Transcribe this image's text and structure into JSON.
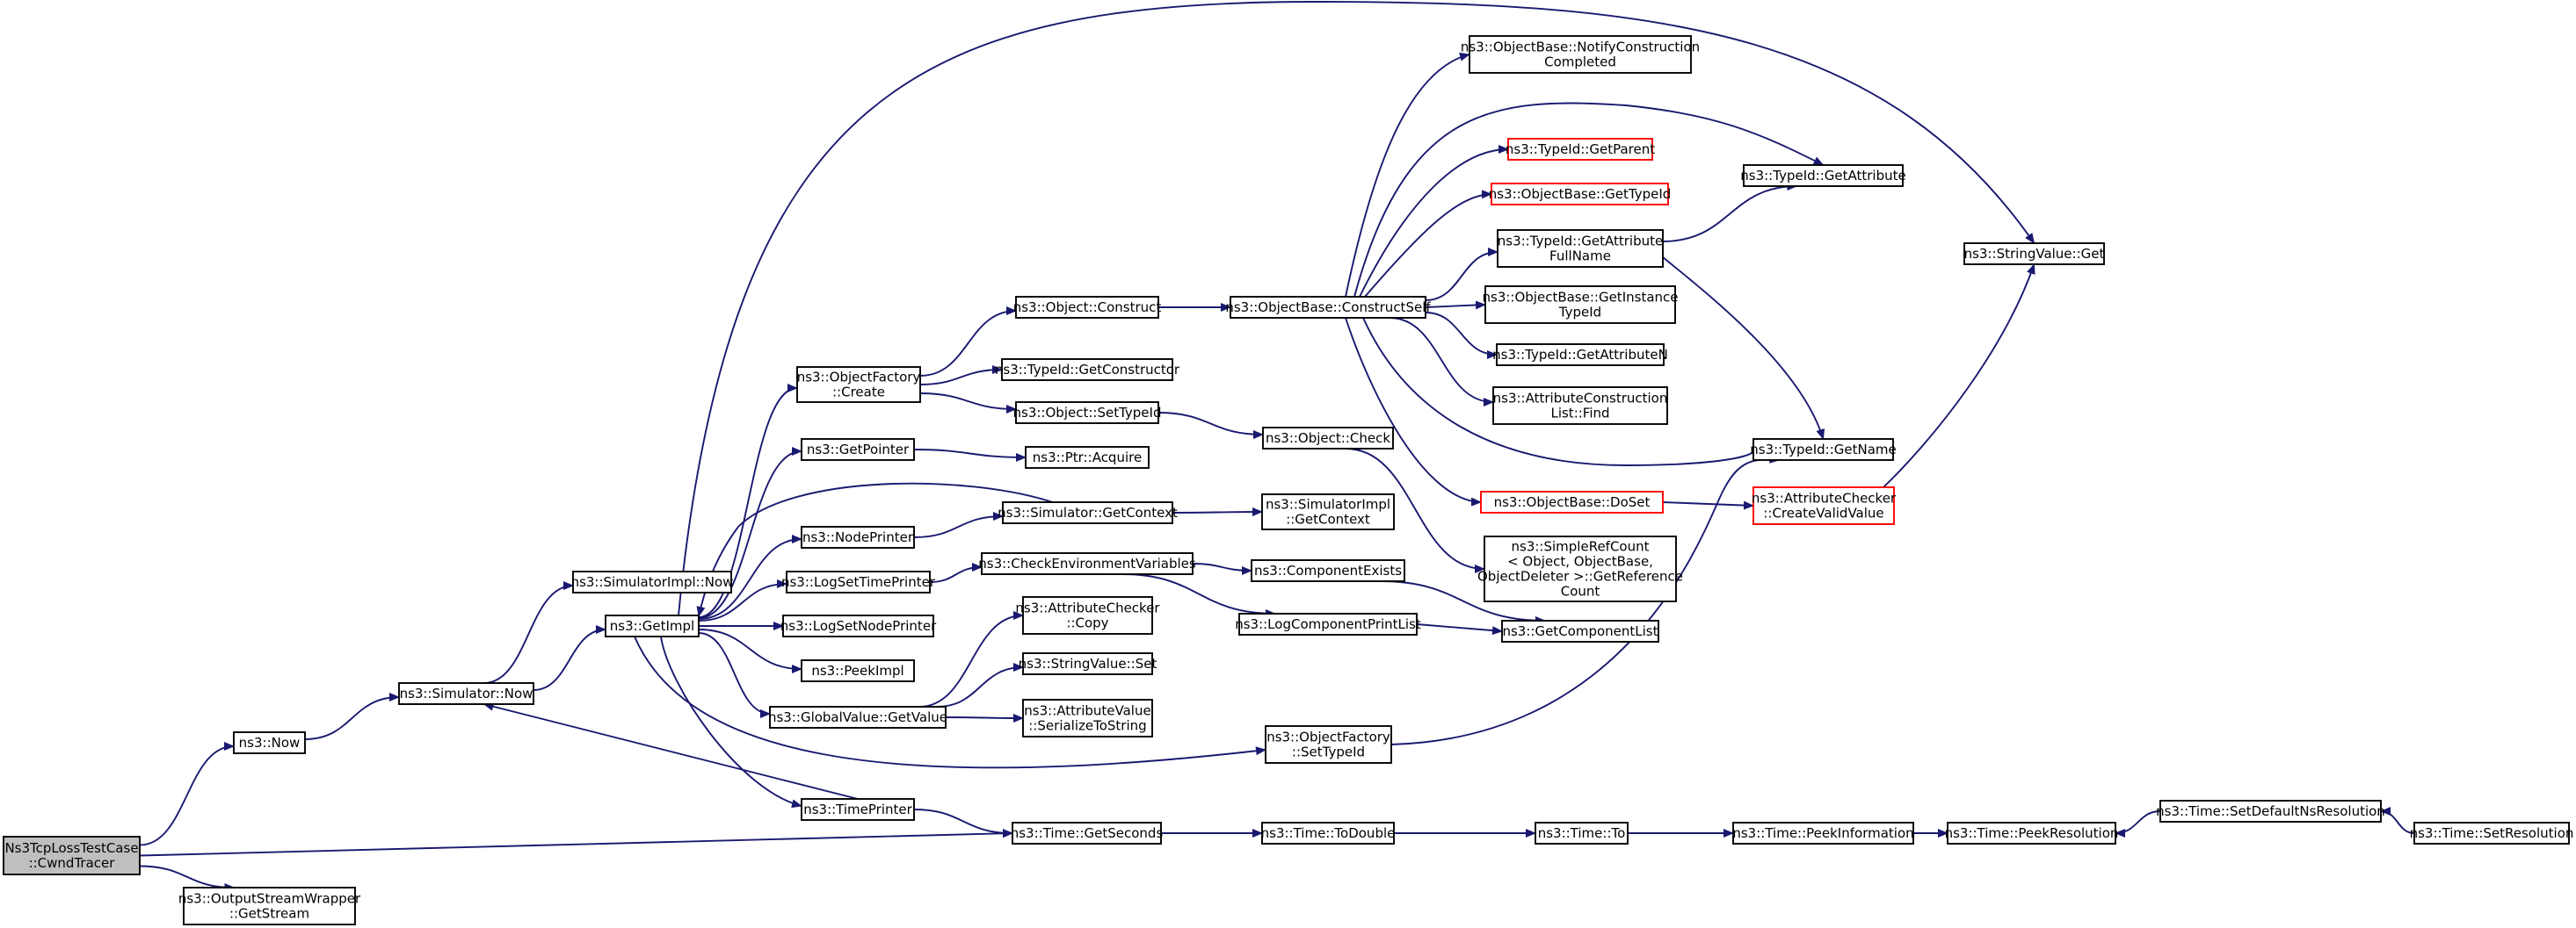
{
  "diagram": {
    "title": "",
    "colors": {
      "edge": "#191970",
      "node_border": "#000000",
      "node_border_incomplete": "#ff0000",
      "root_fill": "#bfbfbf",
      "node_fill": "#ffffff",
      "text": "#000000"
    },
    "nodes": [
      {
        "id": "root",
        "lines": [
          "Ns3TcpLossTestCase",
          "::CwndTracer"
        ],
        "root": true
      },
      {
        "id": "now",
        "lines": [
          "ns3::Now"
        ]
      },
      {
        "id": "osw_getstream",
        "lines": [
          "ns3::OutputStreamWrapper",
          "::GetStream"
        ]
      },
      {
        "id": "sim_now",
        "lines": [
          "ns3::Simulator::Now"
        ]
      },
      {
        "id": "getimpl",
        "lines": [
          "ns3::GetImpl"
        ]
      },
      {
        "id": "simimpl_now",
        "lines": [
          "ns3::SimulatorImpl::Now"
        ]
      },
      {
        "id": "objfactory_create",
        "lines": [
          "ns3::ObjectFactory",
          "::Create"
        ]
      },
      {
        "id": "getpointer",
        "lines": [
          "ns3::GetPointer"
        ]
      },
      {
        "id": "nodeprinter",
        "lines": [
          "ns3::NodePrinter"
        ]
      },
      {
        "id": "logsettimeprinter",
        "lines": [
          "ns3::LogSetTimePrinter"
        ]
      },
      {
        "id": "logsetnodeprinter",
        "lines": [
          "ns3::LogSetNodePrinter"
        ]
      },
      {
        "id": "peekimpl",
        "lines": [
          "ns3::PeekImpl"
        ]
      },
      {
        "id": "globalvalue_getvalue",
        "lines": [
          "ns3::GlobalValue::GetValue"
        ]
      },
      {
        "id": "timeprinter",
        "lines": [
          "ns3::TimePrinter"
        ]
      },
      {
        "id": "object_construct",
        "lines": [
          "ns3::Object::Construct"
        ]
      },
      {
        "id": "typeid_getconstructor",
        "lines": [
          "ns3::TypeId::GetConstructor"
        ]
      },
      {
        "id": "object_settypeid",
        "lines": [
          "ns3::Object::SetTypeId"
        ]
      },
      {
        "id": "ptr_acquire",
        "lines": [
          "ns3::Ptr::Acquire"
        ]
      },
      {
        "id": "sim_getcontext",
        "lines": [
          "ns3::Simulator::GetContext"
        ]
      },
      {
        "id": "checkenv",
        "lines": [
          "ns3::CheckEnvironmentVariables"
        ]
      },
      {
        "id": "attrchecker_copy",
        "lines": [
          "ns3::AttributeChecker",
          "::Copy"
        ]
      },
      {
        "id": "stringvalue_set",
        "lines": [
          "ns3::StringValue::Set"
        ]
      },
      {
        "id": "attrvalue_serialize",
        "lines": [
          "ns3::AttributeValue",
          "::SerializeToString"
        ]
      },
      {
        "id": "time_getseconds",
        "lines": [
          "ns3::Time::GetSeconds"
        ]
      },
      {
        "id": "objbase_constructself",
        "lines": [
          "ns3::ObjectBase::ConstructSelf"
        ]
      },
      {
        "id": "object_check",
        "lines": [
          "ns3::Object::Check"
        ]
      },
      {
        "id": "simimpl_getcontext",
        "lines": [
          "ns3::SimulatorImpl",
          "::GetContext"
        ]
      },
      {
        "id": "componentexists",
        "lines": [
          "ns3::ComponentExists"
        ]
      },
      {
        "id": "logcomponentprintlist",
        "lines": [
          "ns3::LogComponentPrintList"
        ]
      },
      {
        "id": "objfactory_settypeid",
        "lines": [
          "ns3::ObjectFactory",
          "::SetTypeId"
        ]
      },
      {
        "id": "time_todouble",
        "lines": [
          "ns3::Time::ToDouble"
        ]
      },
      {
        "id": "objbase_notify",
        "lines": [
          "ns3::ObjectBase::NotifyConstruction",
          "Completed"
        ]
      },
      {
        "id": "typeid_getparent",
        "lines": [
          "ns3::TypeId::GetParent"
        ],
        "incomplete": true
      },
      {
        "id": "objbase_gettypeid",
        "lines": [
          "ns3::ObjectBase::GetTypeId"
        ],
        "incomplete": true
      },
      {
        "id": "typeid_getattrfullname",
        "lines": [
          "ns3::TypeId::GetAttribute",
          "FullName"
        ]
      },
      {
        "id": "objbase_getinstancetypeid",
        "lines": [
          "ns3::ObjectBase::GetInstance",
          "TypeId"
        ]
      },
      {
        "id": "typeid_getattributen",
        "lines": [
          "ns3::TypeId::GetAttributeN"
        ]
      },
      {
        "id": "attrconstructionlist_find",
        "lines": [
          "ns3::AttributeConstruction",
          "List::Find"
        ]
      },
      {
        "id": "objbase_doset",
        "lines": [
          "ns3::ObjectBase::DoSet"
        ],
        "incomplete": true
      },
      {
        "id": "simplerefcount",
        "lines": [
          "ns3::SimpleRefCount",
          "< Object, ObjectBase,",
          "ObjectDeleter >::GetReference",
          "Count"
        ]
      },
      {
        "id": "getcomponentlist",
        "lines": [
          "ns3::GetComponentList"
        ]
      },
      {
        "id": "time_to",
        "lines": [
          "ns3::Time::To"
        ]
      },
      {
        "id": "typeid_getattribute",
        "lines": [
          "ns3::TypeId::GetAttribute"
        ]
      },
      {
        "id": "typeid_getname",
        "lines": [
          "ns3::TypeId::GetName"
        ]
      },
      {
        "id": "attrchecker_createvalid",
        "lines": [
          "ns3::AttributeChecker",
          "::CreateValidValue"
        ],
        "incomplete": true
      },
      {
        "id": "time_peekinformation",
        "lines": [
          "ns3::Time::PeekInformation"
        ]
      },
      {
        "id": "stringvalue_get",
        "lines": [
          "ns3::StringValue::Get"
        ]
      },
      {
        "id": "time_peekresolution",
        "lines": [
          "ns3::Time::PeekResolution"
        ]
      },
      {
        "id": "time_setdefaultnsres",
        "lines": [
          "ns3::Time::SetDefaultNsResolution"
        ]
      },
      {
        "id": "time_setresolution",
        "lines": [
          "ns3::Time::SetResolution"
        ]
      }
    ],
    "edges": [
      [
        "root",
        "now"
      ],
      [
        "root",
        "osw_getstream"
      ],
      [
        "root",
        "time_getseconds"
      ],
      [
        "now",
        "sim_now"
      ],
      [
        "sim_now",
        "simimpl_now"
      ],
      [
        "sim_now",
        "getimpl"
      ],
      [
        "getimpl",
        "objfactory_create"
      ],
      [
        "getimpl",
        "getpointer"
      ],
      [
        "getimpl",
        "nodeprinter"
      ],
      [
        "getimpl",
        "logsettimeprinter"
      ],
      [
        "getimpl",
        "logsetnodeprinter"
      ],
      [
        "getimpl",
        "peekimpl"
      ],
      [
        "getimpl",
        "globalvalue_getvalue"
      ],
      [
        "getimpl",
        "timeprinter"
      ],
      [
        "getimpl",
        "objfactory_settypeid"
      ],
      [
        "getimpl",
        "stringvalue_get"
      ],
      [
        "objfactory_create",
        "object_construct"
      ],
      [
        "objfactory_create",
        "typeid_getconstructor"
      ],
      [
        "objfactory_create",
        "object_settypeid"
      ],
      [
        "getpointer",
        "ptr_acquire"
      ],
      [
        "nodeprinter",
        "sim_getcontext"
      ],
      [
        "sim_getcontext",
        "getimpl"
      ],
      [
        "sim_getcontext",
        "simimpl_getcontext"
      ],
      [
        "logsettimeprinter",
        "checkenv"
      ],
      [
        "checkenv",
        "componentexists"
      ],
      [
        "checkenv",
        "logcomponentprintlist"
      ],
      [
        "componentexists",
        "getcomponentlist"
      ],
      [
        "logcomponentprintlist",
        "getcomponentlist"
      ],
      [
        "globalvalue_getvalue",
        "attrchecker_copy"
      ],
      [
        "globalvalue_getvalue",
        "stringvalue_set"
      ],
      [
        "globalvalue_getvalue",
        "attrvalue_serialize"
      ],
      [
        "timeprinter",
        "sim_now"
      ],
      [
        "timeprinter",
        "time_getseconds"
      ],
      [
        "object_construct",
        "objbase_constructself"
      ],
      [
        "object_settypeid",
        "object_check"
      ],
      [
        "object_check",
        "simplerefcount"
      ],
      [
        "objbase_constructself",
        "objbase_notify"
      ],
      [
        "objbase_constructself",
        "typeid_getattribute"
      ],
      [
        "objbase_constructself",
        "typeid_getparent"
      ],
      [
        "objbase_constructself",
        "objbase_gettypeid"
      ],
      [
        "objbase_constructself",
        "typeid_getattrfullname"
      ],
      [
        "objbase_constructself",
        "objbase_getinstancetypeid"
      ],
      [
        "objbase_constructself",
        "typeid_getattributen"
      ],
      [
        "objbase_constructself",
        "attrconstructionlist_find"
      ],
      [
        "objbase_constructself",
        "typeid_getname"
      ],
      [
        "objbase_constructself",
        "objbase_doset"
      ],
      [
        "typeid_getattrfullname",
        "typeid_getattribute"
      ],
      [
        "typeid_getattrfullname",
        "typeid_getname"
      ],
      [
        "objbase_doset",
        "attrchecker_createvalid"
      ],
      [
        "attrchecker_createvalid",
        "stringvalue_get"
      ],
      [
        "objfactory_settypeid",
        "typeid_getname"
      ],
      [
        "time_getseconds",
        "time_todouble"
      ],
      [
        "time_todouble",
        "time_to"
      ],
      [
        "time_to",
        "time_peekinformation"
      ],
      [
        "time_peekinformation",
        "time_peekresolution"
      ],
      [
        "time_setdefaultnsres",
        "time_peekresolution"
      ],
      [
        "time_setresolution",
        "time_setdefaultnsres"
      ]
    ]
  }
}
